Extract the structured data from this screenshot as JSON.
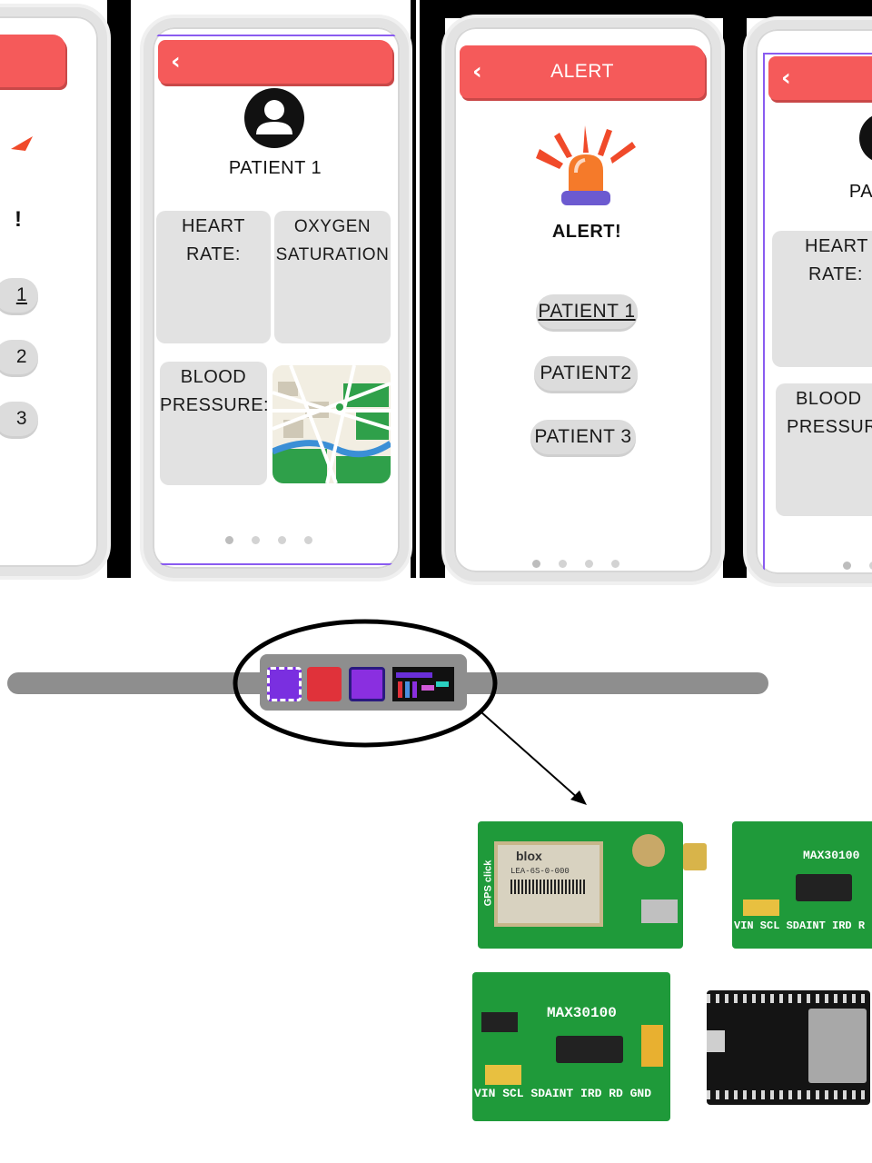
{
  "screen1": {
    "rows": [
      "1",
      "2",
      "3"
    ],
    "exclaim": "!"
  },
  "screen2": {
    "patient_name": "PATIENT 1",
    "cards": {
      "heart_rate": [
        "HEART",
        "RATE:"
      ],
      "oxygen": [
        "OXYGEN",
        "SATURATION"
      ],
      "blood_pressure": [
        "BLOOD",
        "PRESSURE:"
      ]
    }
  },
  "screen3": {
    "bar_title": "ALERT",
    "alert_text": "ALERT!",
    "patients": [
      "PATIENT 1",
      "PATIENT2",
      "PATIENT 3"
    ]
  },
  "screen4": {
    "patient_name": "PA",
    "cards": {
      "heart_rate": [
        "HEART",
        "RATE:"
      ],
      "blood_pressure": [
        "BLOOD",
        "PRESSURI"
      ]
    }
  },
  "boards": {
    "gps": {
      "brand": "blox",
      "model": "LEA-6S-0-000",
      "side_label": "GPS click"
    },
    "sensor_top": {
      "chip": "MAX30100",
      "pins": "VIN SCL SDAINT IRD R"
    },
    "sensor_bottom": {
      "chip": "MAX30100",
      "pins": "VIN SCL SDAINT IRD RD GND"
    }
  },
  "colors": {
    "appbar": "#f55a5a",
    "card": "#e2e2e2",
    "pcb": "#1f9a3a",
    "phone_outline": "#8a5cf0"
  },
  "icons": [
    "chevron-left-icon",
    "user-avatar-icon",
    "siren-icon",
    "map-icon",
    "chip-icons"
  ]
}
